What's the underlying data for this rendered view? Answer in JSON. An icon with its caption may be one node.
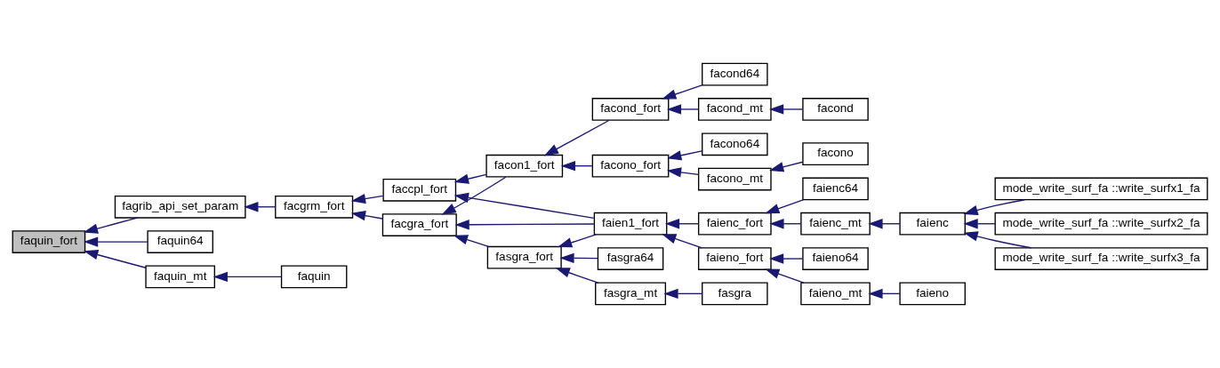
{
  "diagram": {
    "nodes": [
      {
        "text": [
          "faquin_fort"
        ]
      },
      {
        "text": [
          "fagrib_api_set_param"
        ]
      },
      {
        "text": [
          "faquin64"
        ]
      },
      {
        "text": [
          "faquin_mt"
        ]
      },
      {
        "text": [
          "faquin"
        ]
      },
      {
        "text": [
          "facgrm_fort"
        ]
      },
      {
        "text": [
          "faccpl_fort"
        ]
      },
      {
        "text": [
          "facgra_fort"
        ]
      },
      {
        "text": [
          "facon1_fort"
        ]
      },
      {
        "text": [
          "fasgra_fort"
        ]
      },
      {
        "text": [
          "facono_fort"
        ]
      },
      {
        "text": [
          "facond_fort"
        ]
      },
      {
        "text": [
          "faien1_fort"
        ]
      },
      {
        "text": [
          "fasgra_mt"
        ]
      },
      {
        "text": [
          "fasgra64"
        ]
      },
      {
        "text": [
          "facono_mt"
        ]
      },
      {
        "text": [
          "facono64"
        ]
      },
      {
        "text": [
          "facond_mt"
        ]
      },
      {
        "text": [
          "facond64"
        ]
      },
      {
        "text": [
          "faieno_fort"
        ]
      },
      {
        "text": [
          "faienc_fort"
        ]
      },
      {
        "text": [
          "fasgra"
        ]
      },
      {
        "text": [
          "facono"
        ]
      },
      {
        "text": [
          "facond"
        ]
      },
      {
        "text": [
          "faieno64"
        ]
      },
      {
        "text": [
          "faieno_mt"
        ]
      },
      {
        "text": [
          "faienc64"
        ]
      },
      {
        "text": [
          "faienc_mt"
        ]
      },
      {
        "text": [
          "faieno"
        ]
      },
      {
        "text": [
          "faienc"
        ]
      },
      {
        "text": [
          "mode_write_surf_fa ::write_surfx1_fa"
        ]
      },
      {
        "text": [
          "mode_write_surf_fa ::write_surfx2_fa"
        ]
      },
      {
        "text": [
          "mode_write_surf_fa ::write_surfx3_fa"
        ]
      }
    ],
    "edges": [
      {
        "from": 1,
        "to": 0,
        "arrow": "to"
      },
      {
        "from": 2,
        "to": 0,
        "arrow": "to"
      },
      {
        "from": 3,
        "to": 0,
        "arrow": "to"
      },
      {
        "from": 4,
        "to": 3,
        "arrow": "to"
      },
      {
        "from": 5,
        "to": 1,
        "arrow": "to"
      },
      {
        "from": 6,
        "to": 5,
        "arrow": "to"
      },
      {
        "from": 7,
        "to": 5,
        "arrow": "to"
      },
      {
        "from": 8,
        "to": 6,
        "arrow": "to"
      },
      {
        "from": 12,
        "to": 6,
        "arrow": "to"
      },
      {
        "from": 8,
        "to": 7,
        "arrow": "to"
      },
      {
        "from": 12,
        "to": 7,
        "arrow": "to"
      },
      {
        "from": 9,
        "to": 7,
        "arrow": "to"
      },
      {
        "from": 10,
        "to": 8,
        "arrow": "to"
      },
      {
        "from": 11,
        "to": 8,
        "arrow": "to"
      },
      {
        "from": 12,
        "to": 9,
        "arrow": "to"
      },
      {
        "from": 13,
        "to": 9,
        "arrow": "to"
      },
      {
        "from": 14,
        "to": 9,
        "arrow": "to"
      },
      {
        "from": 15,
        "to": 10,
        "arrow": "to"
      },
      {
        "from": 16,
        "to": 10,
        "arrow": "to"
      },
      {
        "from": 17,
        "to": 11,
        "arrow": "to"
      },
      {
        "from": 18,
        "to": 11,
        "arrow": "to"
      },
      {
        "from": 19,
        "to": 12,
        "arrow": "to"
      },
      {
        "from": 20,
        "to": 12,
        "arrow": "to"
      },
      {
        "from": 21,
        "to": 13,
        "arrow": "to"
      },
      {
        "from": 22,
        "to": 15,
        "arrow": "to"
      },
      {
        "from": 23,
        "to": 17,
        "arrow": "to"
      },
      {
        "from": 24,
        "to": 19,
        "arrow": "to"
      },
      {
        "from": 25,
        "to": 19,
        "arrow": "to"
      },
      {
        "from": 26,
        "to": 20,
        "arrow": "to"
      },
      {
        "from": 27,
        "to": 20,
        "arrow": "to"
      },
      {
        "from": 28,
        "to": 25,
        "arrow": "to"
      },
      {
        "from": 29,
        "to": 27,
        "arrow": "to"
      },
      {
        "from": 30,
        "to": 29,
        "arrow": "to"
      },
      {
        "from": 31,
        "to": 29,
        "arrow": "to"
      },
      {
        "from": 32,
        "to": 29,
        "arrow": "to"
      }
    ]
  }
}
